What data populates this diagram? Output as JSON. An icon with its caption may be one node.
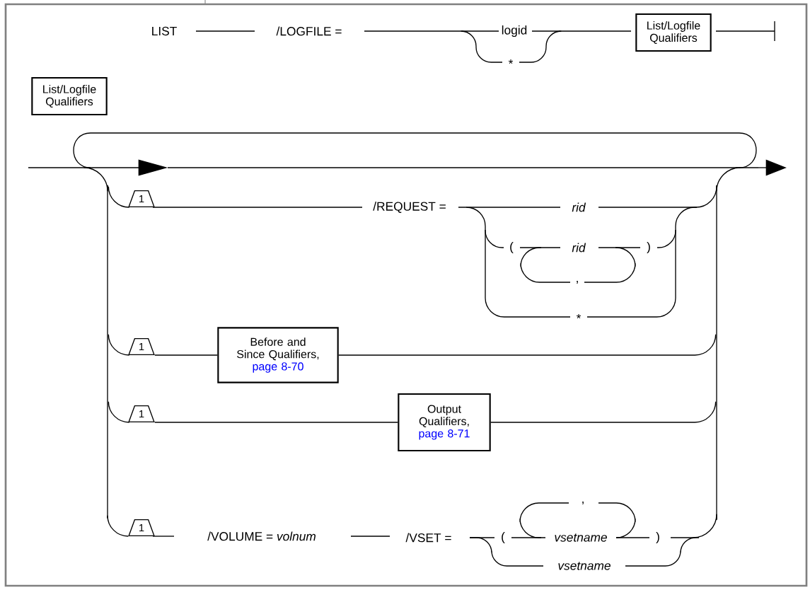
{
  "diagram": {
    "nodes": [
      {
        "text": [
          "List/Logfile Qualifiers"
        ]
      },
      {
        "text": [
          "List/Logfile Qualifiers"
        ]
      },
      {
        "text": [
          "1"
        ]
      },
      {
        "text": [
          "1"
        ]
      },
      {
        "text": [
          "Before and Since Qualifiers,",
          "page 8-70"
        ]
      },
      {
        "text": [
          "1"
        ]
      },
      {
        "text": [
          "Output Qualifiers,",
          "page 8-71"
        ]
      },
      {
        "text": [
          "1"
        ]
      },
      {
        "text": [],
        "shape": "bar"
      },
      {
        "text": [],
        "shape": "bar"
      }
    ],
    "edges": [
      {
        "from": 3,
        "to": 4,
        "arrow": "none"
      },
      {
        "from": 5,
        "to": 6,
        "arrow": "none"
      },
      {
        "from": 8,
        "to": 2,
        "arrow": "none"
      },
      {
        "from": 8,
        "to": 3,
        "arrow": "none"
      },
      {
        "from": 8,
        "to": 5,
        "arrow": "none"
      },
      {
        "from": 8,
        "to": 7,
        "arrow": "none"
      },
      {
        "from": 4,
        "to": 9,
        "arrow": "none"
      },
      {
        "from": 6,
        "to": 9,
        "arrow": "none"
      }
    ],
    "labels": [
      "LIST",
      "/LOGFILE =",
      "logid",
      "*",
      "/REQUEST =",
      "rid",
      "(",
      "rid",
      ")",
      ",",
      "*",
      "/VOLUME = *volnum*",
      "/VSET =",
      "(",
      ",",
      "vsetname",
      ")",
      "vsetname"
    ]
  }
}
